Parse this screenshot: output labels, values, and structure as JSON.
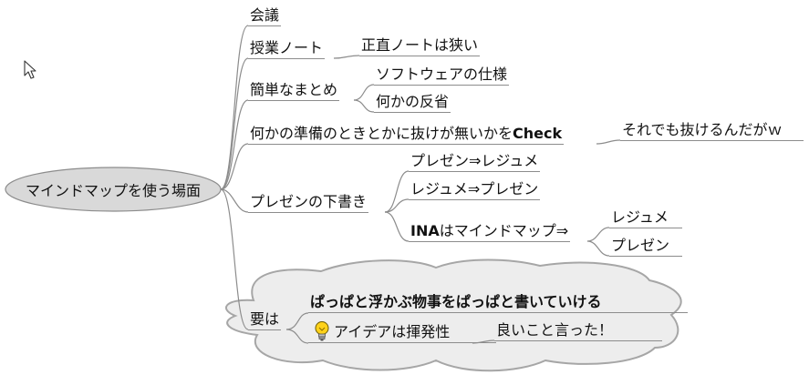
{
  "root": {
    "label": "マインドマップを使う場面"
  },
  "branches": [
    {
      "label": "会議"
    },
    {
      "label": "授業ノート",
      "children": [
        {
          "label": "正直ノートは狭い"
        }
      ]
    },
    {
      "label": "簡単なまとめ",
      "children": [
        {
          "label": "ソフトウェアの仕様"
        },
        {
          "label": "何かの反省"
        }
      ]
    },
    {
      "label": "何かの準備のときとかに抜けが無いかを",
      "emphasis": "Check",
      "children": [
        {
          "label": "それでも抜けるんだがｗ"
        }
      ]
    },
    {
      "label": "プレゼンの下書き",
      "children": [
        {
          "label": "プレゼン⇒レジュメ"
        },
        {
          "label": "レジュメ⇒プレゼン"
        },
        {
          "label": "INA",
          "rest": "はマインドマップ⇒",
          "children": [
            {
              "label": "レジュメ"
            },
            {
              "label": "プレゼン"
            }
          ]
        }
      ]
    },
    {
      "label": "要は",
      "cloud": true,
      "children": [
        {
          "label": "ぱっぱと浮かぶ物事をぱっぱと書いていける"
        },
        {
          "label": "アイデアは揮発性",
          "icon": "lightbulb-icon",
          "children": [
            {
              "label": "良いこと言った！"
            }
          ]
        }
      ]
    }
  ],
  "icons": {
    "cursor": "mouse-cursor-icon",
    "idea": "lightbulb-icon"
  },
  "colors": {
    "root_fill": "#d9d9d9",
    "cloud_fill": "#ededed",
    "connector": "#8c8c8c",
    "outline": "#8c8c8c"
  }
}
